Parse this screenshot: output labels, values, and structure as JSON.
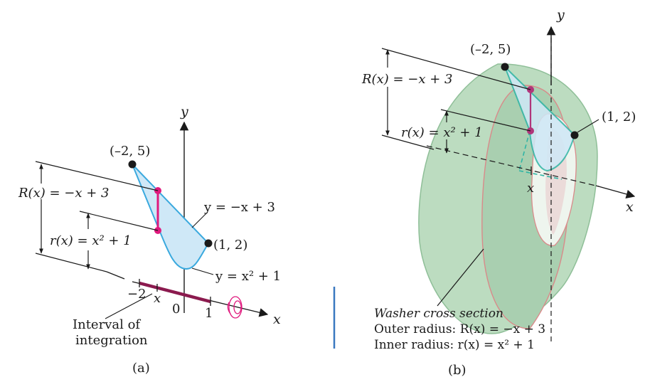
{
  "panel_a": {
    "axis_y": "y",
    "axis_x": "x",
    "point_top": "(–2, 5)",
    "point_right": "(1, 2)",
    "outer_radius_label": "R(x) = −x + 3",
    "inner_radius_label": "r(x) = x² + 1",
    "line_label": "y = −x + 3",
    "curve_label": "y = x² + 1",
    "tick_neg2": "−2",
    "tick_x": "x",
    "tick_0": "0",
    "tick_1": "1",
    "interval_line1": "Interval of",
    "interval_line2": "integration",
    "caption": "(a)"
  },
  "panel_b": {
    "axis_y": "y",
    "axis_x": "x",
    "point_top": "(–2, 5)",
    "point_right": "(1, 2)",
    "outer_radius_label": "R(x) = −x + 3",
    "inner_radius_label": "r(x) = x² + 1",
    "tick_x": "x",
    "washer_title": "Washer cross section",
    "outer_caption": "Outer radius: R(x) = −x + 3",
    "inner_caption": "Inner radius: r(x) = x² + 1",
    "caption": "(b)"
  },
  "colors": {
    "region_fill": "#cfe8f7",
    "region_stroke": "#3aa9de",
    "magenta": "#e0197d",
    "interval": "#8b1a4e",
    "solid_fill": "#bcdcc0",
    "solid_dark": "#8fbf98",
    "divider": "#3a78c0"
  }
}
